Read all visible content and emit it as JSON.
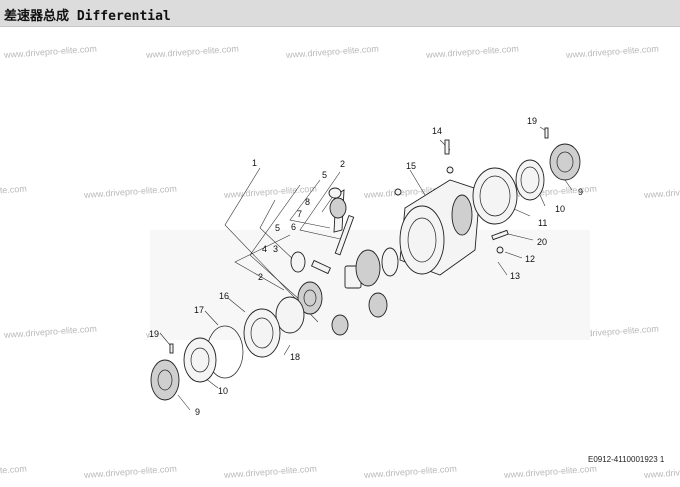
{
  "header": {
    "title": "差速器总成 Differential"
  },
  "watermark": "www.drivepro-elite.com",
  "drawing_code": "E0912-4110001923 1",
  "callouts": {
    "c1": "1",
    "c2a": "2",
    "c2b": "2",
    "c3": "3",
    "c4": "4",
    "c5a": "5",
    "c5b": "5",
    "c6": "6",
    "c7": "7",
    "c8": "8",
    "c9a": "9",
    "c9b": "9",
    "c10a": "10",
    "c10b": "10",
    "c11": "11",
    "c12": "12",
    "c13": "13",
    "c14": "14",
    "c15": "15",
    "c16": "16",
    "c17": "17",
    "c18": "18",
    "c19a": "19",
    "c19b": "19",
    "c20": "20"
  }
}
